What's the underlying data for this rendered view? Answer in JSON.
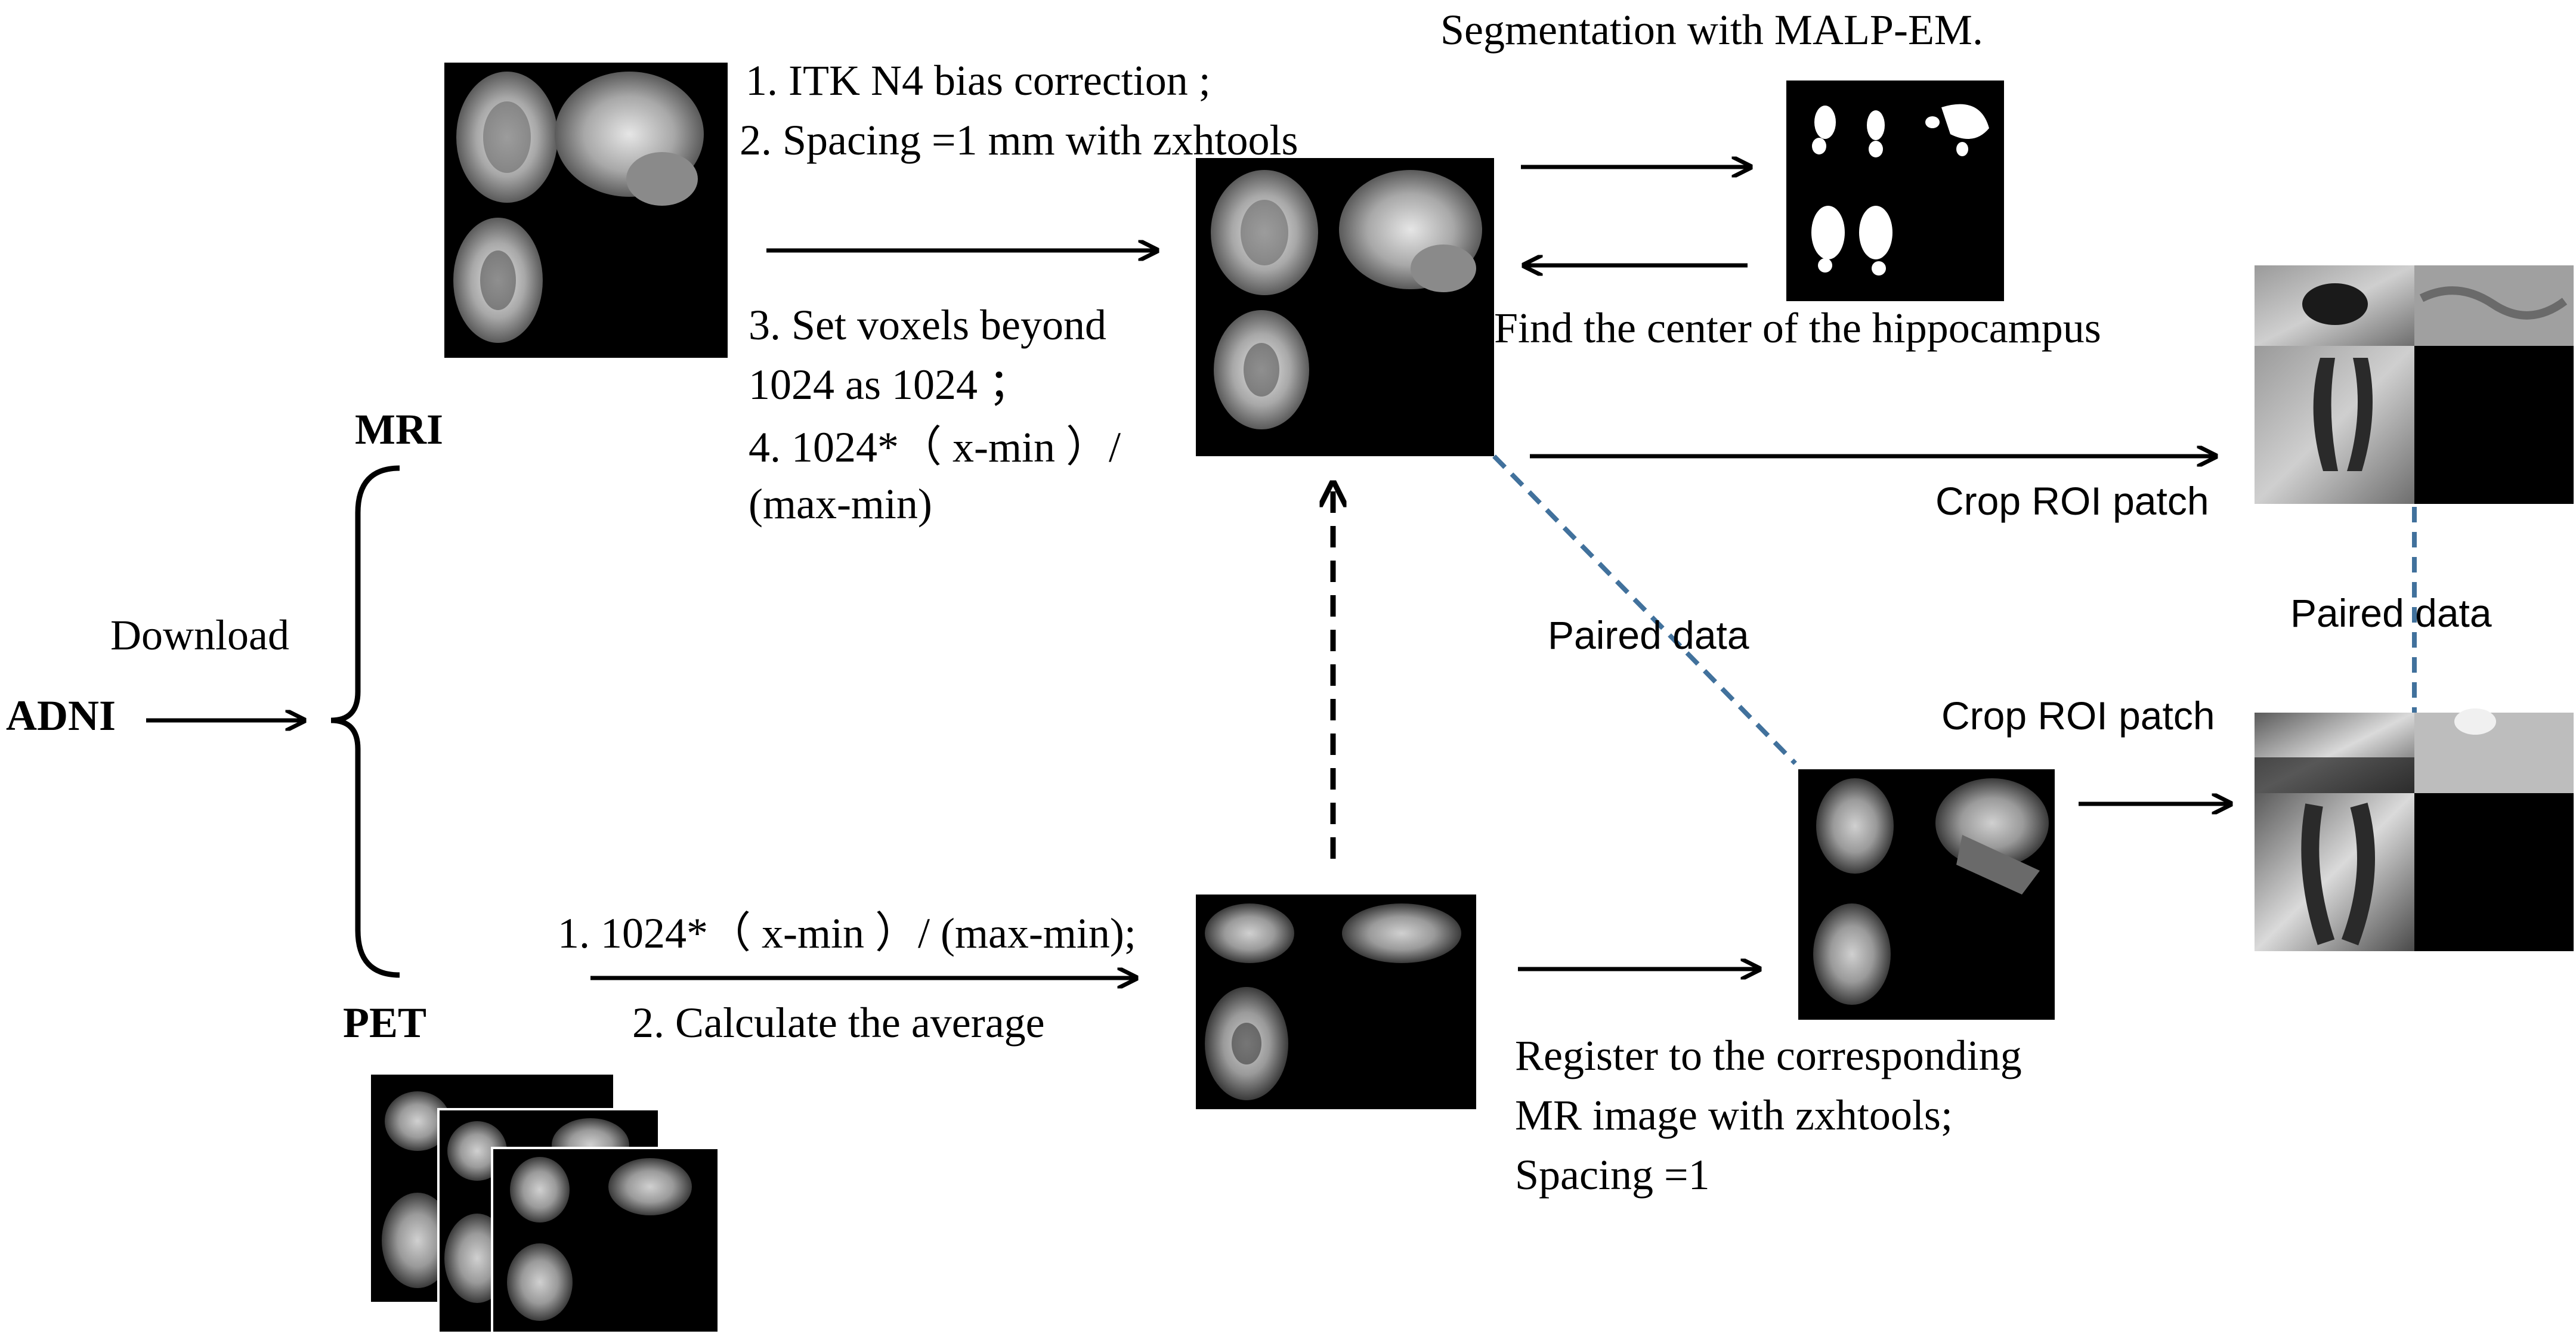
{
  "nodes": {
    "adni": "ADNI",
    "download": "Download",
    "mri": "MRI",
    "pet": "PET"
  },
  "mri_steps": {
    "step1": "1. ITK N4 bias correction ;",
    "step2": "2. Spacing =1 mm with zxhtools",
    "step3a": "3. Set voxels beyond",
    "step3b": "1024 as 1024 ；",
    "step4a": "4. 1024*（ x-min ）/",
    "step4b": "(max-min)"
  },
  "pet_steps": {
    "step1": "1. 1024*（ x-min ）/ (max-min);",
    "step2": "2. Calculate the average"
  },
  "segmentation": {
    "title": "Segmentation with MALP-EM.",
    "find_center": "Find the center of the hippocampus"
  },
  "register": {
    "line1": "Register to the corresponding",
    "line2": "MR image with zxhtools;",
    "line3": "Spacing =1"
  },
  "crop": {
    "mri_crop": "Crop ROI patch",
    "pet_crop": "Crop ROI patch"
  },
  "paired": {
    "left": "Paired data",
    "right": "Paired data"
  },
  "colors": {
    "arrow": "#000000",
    "paired_dash": "#41719c",
    "image_bg": "#000000"
  }
}
